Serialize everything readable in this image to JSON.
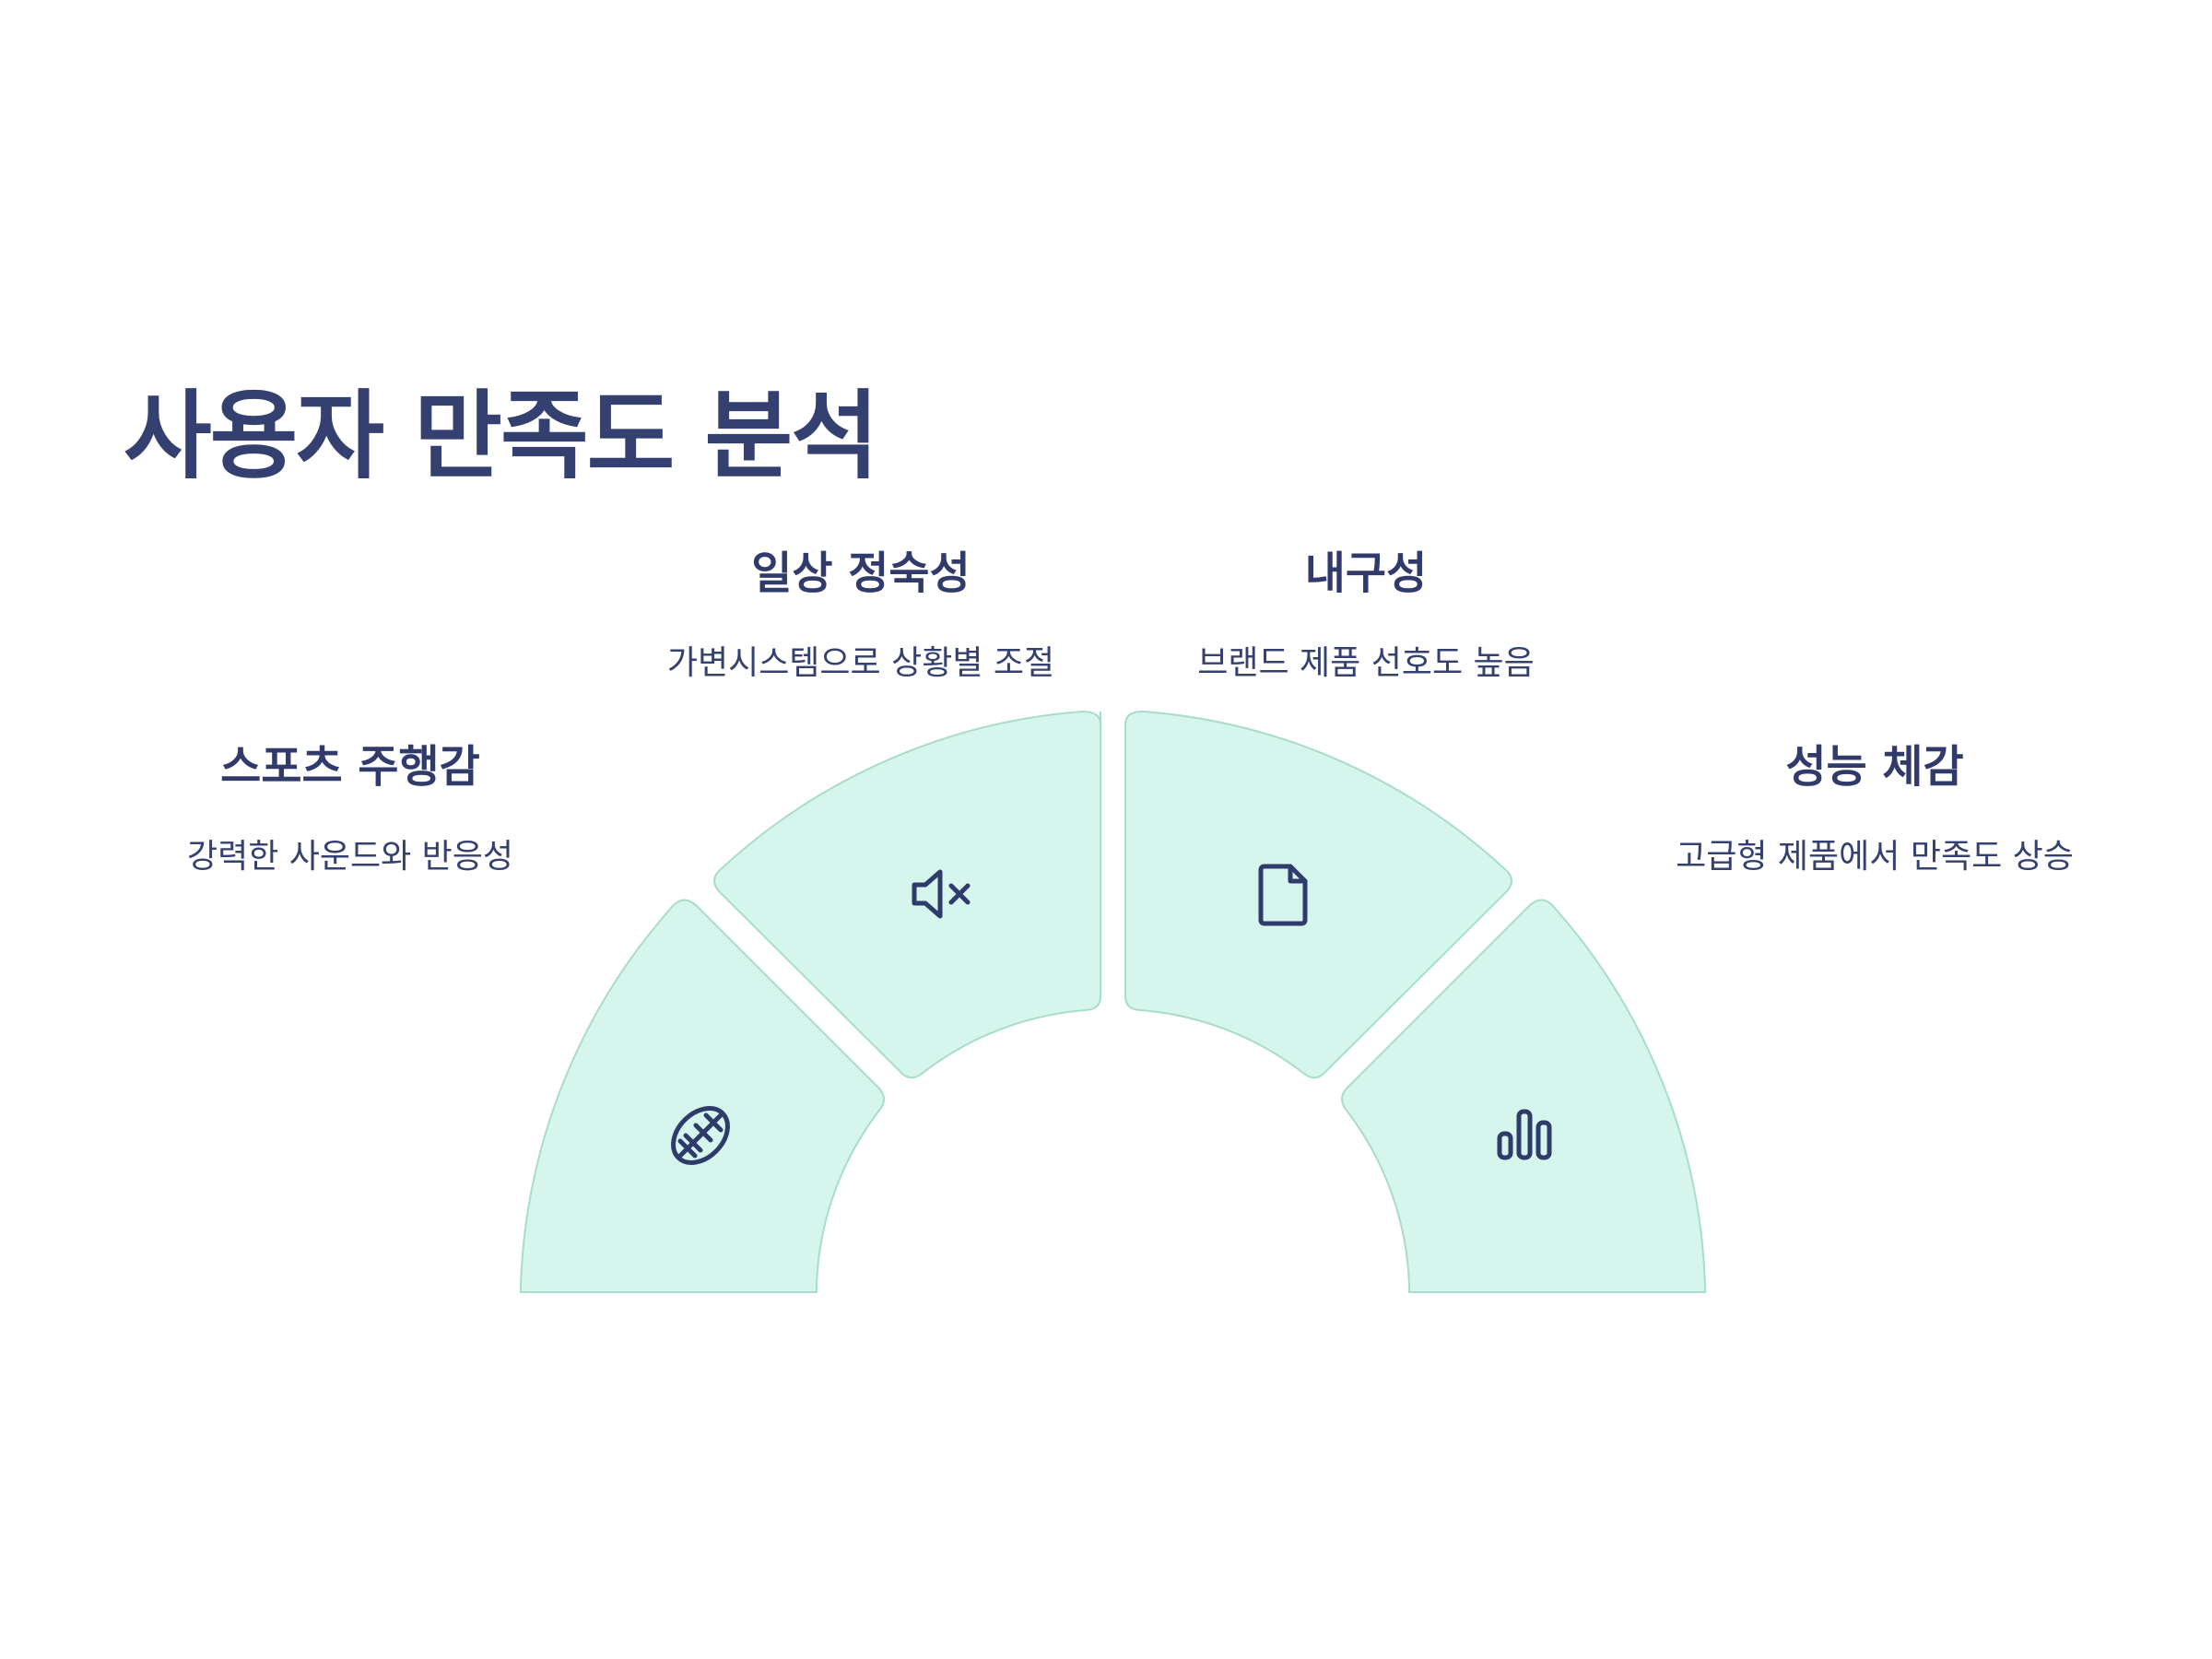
{
  "title": "사용자 만족도 분석",
  "segments": [
    {
      "id": "sports",
      "heading": "스포츠 주행감",
      "desc": "강력한 사운드와 반응성",
      "icon": "football-icon"
    },
    {
      "id": "daily",
      "heading": "일상 정숙성",
      "desc": "가변시스템으로 상황별 조절",
      "icon": "mute-icon"
    },
    {
      "id": "durability",
      "heading": "내구성",
      "desc": "브랜드 제품 선호도 높음",
      "icon": "document-icon"
    },
    {
      "id": "performance",
      "heading": "성능 체감",
      "desc": "고급형 제품에서 만족도 상승",
      "icon": "bar-chart-icon"
    }
  ],
  "colors": {
    "segment_fill": "#d6f5ec",
    "segment_stroke": "#a9dcc9",
    "text": "#2f3b6b"
  }
}
